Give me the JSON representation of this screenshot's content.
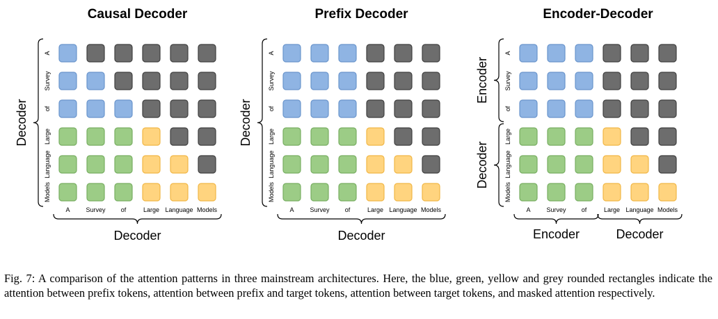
{
  "colors": {
    "prefix": "#8fb4e3",
    "prefix_target": "#9ccc86",
    "target": "#ffd47f",
    "masked": "#6d6d6d",
    "prefix_stroke": "#6a95cc",
    "prefix_target_stroke": "#78ae62",
    "target_stroke": "#f1b747",
    "masked_stroke": "#3f3f3f"
  },
  "tokens": [
    "A",
    "Survey",
    "of",
    "Large",
    "Language",
    "Models"
  ],
  "panels": [
    {
      "title": "Causal Decoder",
      "left_labels": [
        "Decoder"
      ],
      "bottom_labels": [
        "Decoder"
      ],
      "matrix": [
        [
          "B",
          "M",
          "M",
          "M",
          "M",
          "M"
        ],
        [
          "B",
          "B",
          "M",
          "M",
          "M",
          "M"
        ],
        [
          "B",
          "B",
          "B",
          "M",
          "M",
          "M"
        ],
        [
          "G",
          "G",
          "G",
          "Y",
          "M",
          "M"
        ],
        [
          "G",
          "G",
          "G",
          "Y",
          "Y",
          "M"
        ],
        [
          "G",
          "G",
          "G",
          "Y",
          "Y",
          "Y"
        ]
      ]
    },
    {
      "title": "Prefix Decoder",
      "left_labels": [
        "Decoder"
      ],
      "bottom_labels": [
        "Decoder"
      ],
      "matrix": [
        [
          "B",
          "B",
          "B",
          "M",
          "M",
          "M"
        ],
        [
          "B",
          "B",
          "B",
          "M",
          "M",
          "M"
        ],
        [
          "B",
          "B",
          "B",
          "M",
          "M",
          "M"
        ],
        [
          "G",
          "G",
          "G",
          "Y",
          "M",
          "M"
        ],
        [
          "G",
          "G",
          "G",
          "Y",
          "Y",
          "M"
        ],
        [
          "G",
          "G",
          "G",
          "Y",
          "Y",
          "Y"
        ]
      ]
    },
    {
      "title": "Encoder-Decoder",
      "left_labels": [
        "Encoder",
        "Decoder"
      ],
      "bottom_labels": [
        "Encoder",
        "Decoder"
      ],
      "matrix": [
        [
          "B",
          "B",
          "B",
          "M",
          "M",
          "M"
        ],
        [
          "B",
          "B",
          "B",
          "M",
          "M",
          "M"
        ],
        [
          "B",
          "B",
          "B",
          "M",
          "M",
          "M"
        ],
        [
          "G",
          "G",
          "G",
          "Y",
          "M",
          "M"
        ],
        [
          "G",
          "G",
          "G",
          "Y",
          "Y",
          "M"
        ],
        [
          "G",
          "G",
          "G",
          "Y",
          "Y",
          "Y"
        ]
      ]
    }
  ],
  "caption": "Fig. 7: A comparison of the attention patterns in three mainstream architectures. Here, the blue, green, yellow and grey rounded rectangles indicate the attention between prefix tokens, attention between prefix and target tokens, attention between target tokens, and masked attention respectively."
}
